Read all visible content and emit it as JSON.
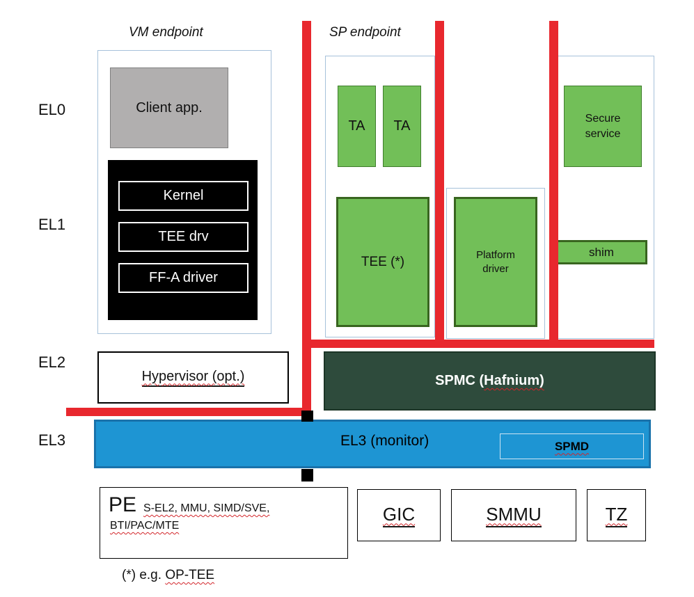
{
  "header": {
    "vm_endpoint": "VM endpoint",
    "sp_endpoint": "SP endpoint"
  },
  "exception_levels": {
    "el0": "EL0",
    "el1": "EL1",
    "el2": "EL2",
    "el3": "EL3"
  },
  "vm_endpoint": {
    "client_app": "Client app.",
    "kernel": "Kernel",
    "tee_drv": "TEE drv",
    "ffa_driver": "FF-A driver",
    "hypervisor": "Hypervisor (opt.)"
  },
  "sp_endpoint": {
    "ta_1": "TA",
    "ta_2": "TA",
    "tee": "TEE (*)",
    "platform_driver": "Platform driver",
    "secure_service": "Secure service",
    "shim": "shim"
  },
  "el2_row": {
    "spmc_prefix": "SPMC (",
    "spmc_name": "Hafnium)"
  },
  "el3_row": {
    "monitor": "EL3 (monitor)",
    "spmd": "SPMD"
  },
  "hardware": {
    "pe": "PE",
    "pe_features_1": "S-EL2, MMU, SIMD/SVE,",
    "pe_features_2": "BTI/PAC/MTE",
    "gic": "GIC",
    "smmu": "SMMU",
    "tz": "TZ"
  },
  "footnote": {
    "prefix": "(*) e.g. ",
    "term": "OP-TEE"
  },
  "colors": {
    "green_fill": "#72bf58",
    "green_border": "#38651f",
    "red_line": "#e8282e",
    "blue_fill": "#1e95d3",
    "blue_border": "#1a72ab",
    "spmc_fill": "#2e4b3c",
    "gray_fill": "#b1afaf"
  }
}
